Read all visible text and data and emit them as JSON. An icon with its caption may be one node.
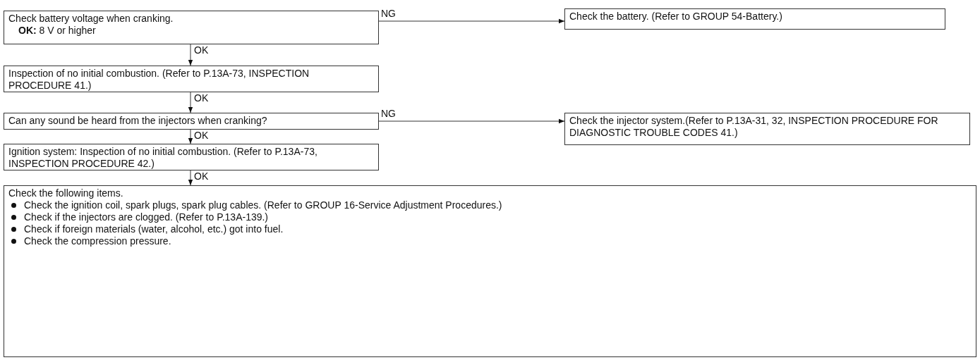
{
  "diagram": {
    "nodes": [
      {
        "text": [
          "Check battery voltage when cranking.",
          "**OK:** 8 V or higher"
        ]
      },
      {
        "text": [
          "Check the battery. (Refer to GROUP 54-Battery.)"
        ]
      },
      {
        "text": [
          "Inspection of no initial combustion. (Refer to P.13A-73, INSPECTION PROCEDURE 41.)"
        ]
      },
      {
        "text": [
          "Can any sound be heard from the injectors when cranking?"
        ]
      },
      {
        "text": [
          "Check the injector system.(Refer to P.13A-31, 32, INSPECTION PROCEDURE FOR DIAGNOSTIC TROUBLE CODES 41.)"
        ]
      },
      {
        "text": [
          "Ignition system: Inspection of no initial combustion. (Refer to P.13A-73, INSPECTION PROCEDURE 42.)"
        ]
      },
      {
        "text": [
          "Check the following items.",
          "Check the ignition coil, spark plugs, spark plug cables. (Refer to GROUP 16-Service Adjustment Procedures.)",
          "Check if the injectors are clogged. (Refer to P.13A-139.)",
          "Check if foreign materials (water, alcohol, etc.) got into fuel.",
          "Check the compression pressure."
        ]
      }
    ],
    "edges": [
      {
        "from": 0,
        "to": 1,
        "arrow": "to",
        "label": "NG"
      },
      {
        "from": 0,
        "to": 2,
        "arrow": "to",
        "label": "OK"
      },
      {
        "from": 2,
        "to": 3,
        "arrow": "to",
        "label": "OK"
      },
      {
        "from": 3,
        "to": 4,
        "arrow": "to",
        "label": "NG"
      },
      {
        "from": 3,
        "to": 5,
        "arrow": "to",
        "label": "OK"
      },
      {
        "from": 5,
        "to": 6,
        "arrow": "to",
        "label": "OK"
      }
    ]
  }
}
